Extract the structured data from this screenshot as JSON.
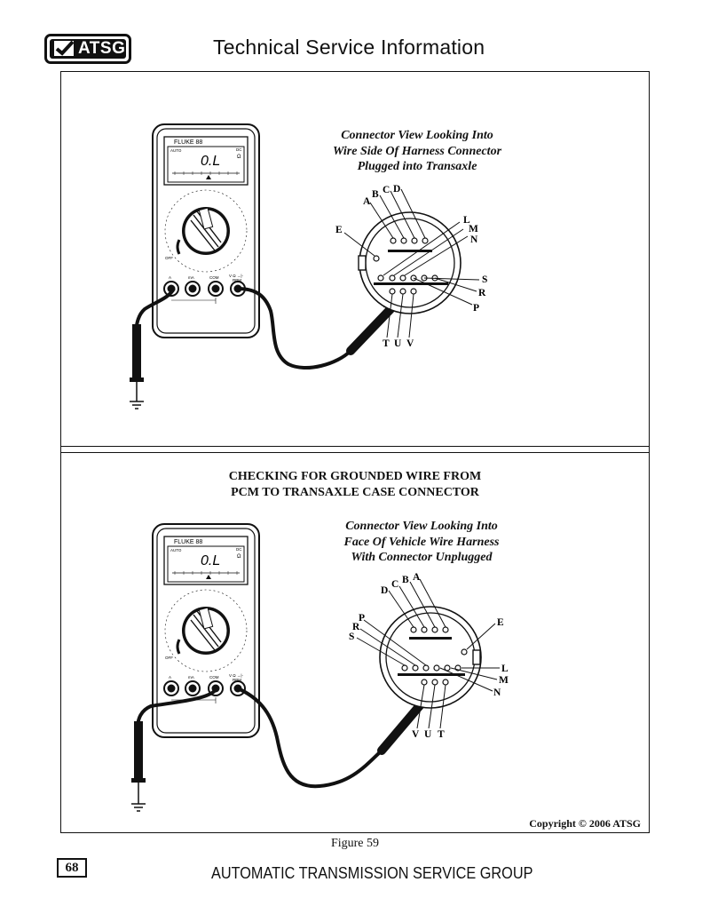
{
  "header": {
    "logo_text": "ATSG",
    "title": "Technical Service Information"
  },
  "top_panel": {
    "caption": [
      "Connector View Looking Into",
      "Wire Side Of Harness Connector",
      "Plugged into Transaxle"
    ],
    "meter": {
      "model": "FLUKE 88",
      "reading": "0.L",
      "auto_label": "AUTO",
      "dc_label": "DC",
      "ohm_label": "Ω",
      "jacks": [
        "A",
        "mA",
        "COM",
        "V Ω →|-",
        "RPM"
      ],
      "off_label": "OFF"
    },
    "pins_left": [
      "A",
      "B",
      "C",
      "D",
      "E"
    ],
    "pins_right": [
      "L",
      "M",
      "N",
      "S",
      "R",
      "P"
    ],
    "pins_bottom": [
      "T",
      "U",
      "V"
    ]
  },
  "bottom_panel": {
    "heading": [
      "CHECKING FOR GROUNDED WIRE FROM",
      "PCM TO TRANSAXLE CASE CONNECTOR"
    ],
    "caption": [
      "Connector View Looking Into",
      "Face Of Vehicle Wire Harness",
      "With Connector Unplugged"
    ],
    "meter": {
      "model": "FLUKE 88",
      "reading": "0.L",
      "auto_label": "AUTO",
      "dc_label": "DC",
      "ohm_label": "Ω",
      "jacks": [
        "A",
        "mA",
        "COM",
        "V Ω →|-",
        "RPM"
      ],
      "off_label": "OFF"
    },
    "pins_top": [
      "D",
      "C",
      "B",
      "A",
      "E"
    ],
    "pins_left": [
      "P",
      "R",
      "S"
    ],
    "pins_right": [
      "L",
      "M",
      "N"
    ],
    "pins_bottom": [
      "V",
      "U",
      "T"
    ]
  },
  "copyright": "Copyright © 2006 ATSG",
  "figure_label": "Figure 59",
  "page_number": "68",
  "footer_text": "AUTOMATIC TRANSMISSION SERVICE GROUP"
}
